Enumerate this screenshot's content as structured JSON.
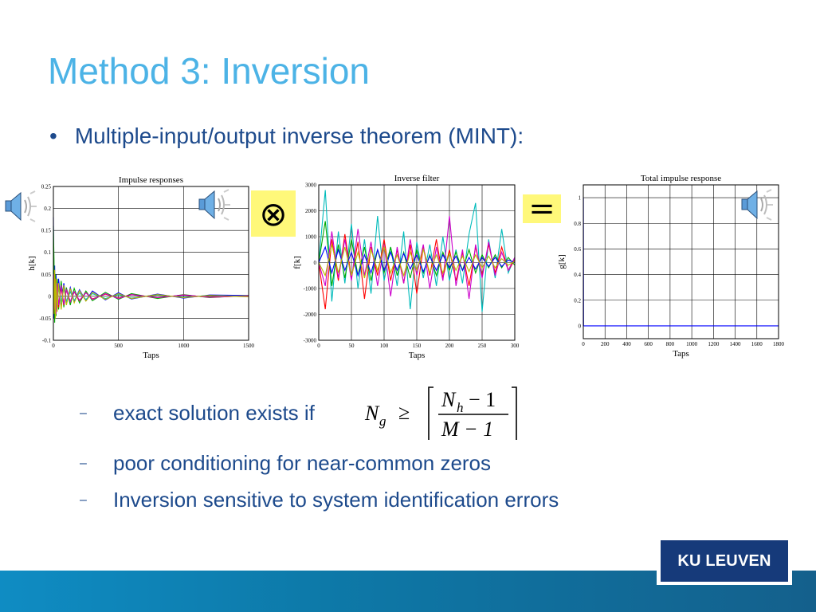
{
  "slide": {
    "title": "Method 3: Inversion",
    "bullet_marker": "•",
    "bullet": "Multiple-input/output inverse theorem (MINT):",
    "sub_marker": "–",
    "sub_items": [
      "exact solution exists if",
      "poor conditioning for near-common zeros",
      "Inversion sensitive to system identification errors"
    ],
    "formula": {
      "lhs": "N",
      "lhs_sub": "g",
      "relation": "≥",
      "num": "N",
      "num_sub": "h",
      "num_rest": "− 1",
      "den": "M − 1"
    },
    "operators": {
      "convolve": "⊗",
      "equals": "="
    },
    "logo": "KU LEUVEN"
  },
  "colors": {
    "title": "#4cb3e6",
    "text": "#1d4a8c",
    "operator_box": "#fff87a",
    "footer": "#0f8cc3",
    "logo_bg": "#163a7a"
  },
  "chart_data": [
    {
      "type": "line",
      "title": "Impulse responses",
      "xlabel": "Taps",
      "ylabel": "h[k]",
      "xlim": [
        0,
        1500
      ],
      "ylim": [
        -0.1,
        0.25
      ],
      "xticks": [
        "0",
        "500",
        "1000",
        "1500"
      ],
      "yticks": [
        "-0.1",
        "-0.05",
        "0",
        "0.05",
        "0.1",
        "0.15",
        "0.2",
        "0.25"
      ],
      "grid": true,
      "series_colors": [
        "#0000ff",
        "#00aa00",
        "#ff0000",
        "#00bbbb",
        "#cc00cc",
        "#bbbb00"
      ],
      "x": [
        0,
        5,
        10,
        15,
        20,
        30,
        40,
        60,
        80,
        100,
        130,
        160,
        200,
        250,
        300,
        400,
        500,
        600,
        800,
        1000,
        1200,
        1500
      ],
      "series": [
        {
          "values": [
            0.18,
            -0.05,
            0.07,
            -0.04,
            0.05,
            -0.03,
            0.04,
            -0.02,
            0.03,
            -0.015,
            0.02,
            -0.012,
            0.015,
            -0.01,
            0.012,
            -0.008,
            0.008,
            -0.006,
            0.005,
            -0.004,
            0.003,
            0.002
          ]
        },
        {
          "values": [
            0.16,
            0.08,
            -0.06,
            0.05,
            -0.045,
            0.04,
            -0.03,
            0.035,
            -0.025,
            0.02,
            -0.02,
            0.018,
            -0.015,
            0.012,
            -0.01,
            0.009,
            -0.007,
            0.006,
            -0.005,
            0.004,
            -0.003,
            0.002
          ]
        },
        {
          "values": [
            0.0,
            0.03,
            -0.02,
            0.04,
            -0.03,
            0.02,
            -0.025,
            0.02,
            -0.02,
            0.015,
            -0.012,
            0.01,
            -0.01,
            0.008,
            -0.006,
            0.005,
            -0.004,
            0.004,
            -0.003,
            0.003,
            -0.002,
            0.001
          ]
        },
        {
          "values": [
            0.02,
            -0.03,
            0.04,
            -0.02,
            0.03,
            -0.025,
            0.02,
            -0.015,
            0.018,
            -0.012,
            0.01,
            -0.009,
            0.008,
            -0.007,
            0.006,
            -0.005,
            0.004,
            -0.004,
            0.003,
            -0.002,
            0.002,
            -0.001
          ]
        },
        {
          "values": [
            0.03,
            0.05,
            -0.03,
            0.02,
            -0.04,
            0.03,
            -0.02,
            0.025,
            -0.018,
            0.014,
            -0.012,
            0.011,
            -0.009,
            0.008,
            -0.007,
            0.006,
            -0.005,
            0.004,
            -0.003,
            0.003,
            -0.002,
            0.001
          ]
        },
        {
          "values": [
            0.05,
            -0.04,
            0.06,
            -0.05,
            0.04,
            -0.035,
            0.03,
            -0.03,
            0.025,
            -0.02,
            0.018,
            -0.015,
            0.013,
            -0.011,
            0.009,
            -0.007,
            0.006,
            -0.005,
            0.004,
            -0.003,
            0.002,
            -0.001
          ]
        }
      ]
    },
    {
      "type": "line",
      "title": "Inverse filter",
      "xlabel": "Taps",
      "ylabel": "f[k]",
      "xlim": [
        0,
        300
      ],
      "ylim": [
        -3000,
        3000
      ],
      "xticks": [
        "0",
        "50",
        "100",
        "150",
        "200",
        "250",
        "300"
      ],
      "yticks": [
        "-3000",
        "-2000",
        "-1000",
        "0",
        "1000",
        "2000",
        "3000"
      ],
      "grid": true,
      "series_colors": [
        "#00bbbb",
        "#ff0000",
        "#00aa00",
        "#cc00cc",
        "#0000ff",
        "#bbbb00"
      ],
      "x": [
        0,
        10,
        20,
        30,
        40,
        50,
        60,
        70,
        80,
        90,
        100,
        110,
        120,
        130,
        140,
        150,
        160,
        170,
        180,
        190,
        200,
        210,
        220,
        230,
        240,
        250,
        260,
        270,
        280,
        290,
        300
      ],
      "series": [
        {
          "values": [
            0,
            2800,
            -1500,
            1200,
            -800,
            1500,
            -1000,
            900,
            -1200,
            1800,
            -700,
            600,
            -900,
            1200,
            -1800,
            800,
            -600,
            700,
            -900,
            1000,
            -700,
            500,
            -800,
            1100,
            2300,
            -1900,
            900,
            -600,
            1300,
            -400,
            200
          ]
        },
        {
          "values": [
            0,
            -1800,
            900,
            -700,
            1100,
            -600,
            800,
            -1400,
            600,
            -500,
            900,
            -700,
            500,
            -800,
            700,
            -1200,
            600,
            -500,
            900,
            -600,
            500,
            -700,
            400,
            -900,
            600,
            -500,
            700,
            -400,
            600,
            -300,
            100
          ]
        },
        {
          "values": [
            0,
            1600,
            -900,
            700,
            -600,
            900,
            -500,
            600,
            -700,
            500,
            -400,
            600,
            -500,
            400,
            -600,
            500,
            -400,
            300,
            -500,
            400,
            -300,
            400,
            -300,
            500,
            -400,
            300,
            -200,
            300,
            -200,
            200,
            -100
          ]
        },
        {
          "values": [
            0,
            -900,
            1200,
            -600,
            900,
            -700,
            1300,
            -500,
            800,
            -900,
            700,
            -1300,
            600,
            -800,
            900,
            -500,
            700,
            -1000,
            600,
            -700,
            1800,
            -900,
            500,
            -1400,
            700,
            -600,
            800,
            -500,
            400,
            -300,
            200
          ]
        },
        {
          "values": [
            0,
            600,
            -400,
            500,
            -300,
            400,
            -500,
            300,
            -400,
            500,
            -300,
            400,
            -300,
            350,
            -250,
            300,
            -350,
            250,
            -300,
            300,
            -200,
            250,
            -300,
            200,
            -250,
            200,
            -150,
            200,
            -150,
            100,
            0
          ]
        },
        {
          "values": [
            0,
            -500,
            700,
            -400,
            600,
            -500,
            400,
            -600,
            500,
            -300,
            600,
            -400,
            300,
            -500,
            400,
            -300,
            500,
            -400,
            300,
            -400,
            350,
            -300,
            250,
            -350,
            300,
            -200,
            250,
            -200,
            150,
            -100,
            50
          ]
        }
      ]
    },
    {
      "type": "line",
      "title": "Total impulse response",
      "xlabel": "Taps",
      "ylabel": "g[k]",
      "xlim": [
        0,
        1800
      ],
      "ylim": [
        -0.1,
        1.1
      ],
      "xticks": [
        "0",
        "200",
        "400",
        "600",
        "800",
        "1000",
        "1200",
        "1400",
        "1600",
        "1800"
      ],
      "yticks": [
        "0",
        "0.2",
        "0.4",
        "0.6",
        "0.8",
        "1"
      ],
      "grid": true,
      "series_colors": [
        "#0000ff"
      ],
      "x": [
        0,
        1,
        2,
        3,
        1800
      ],
      "series": [
        {
          "values": [
            0,
            1,
            0,
            0,
            0
          ]
        }
      ]
    }
  ]
}
